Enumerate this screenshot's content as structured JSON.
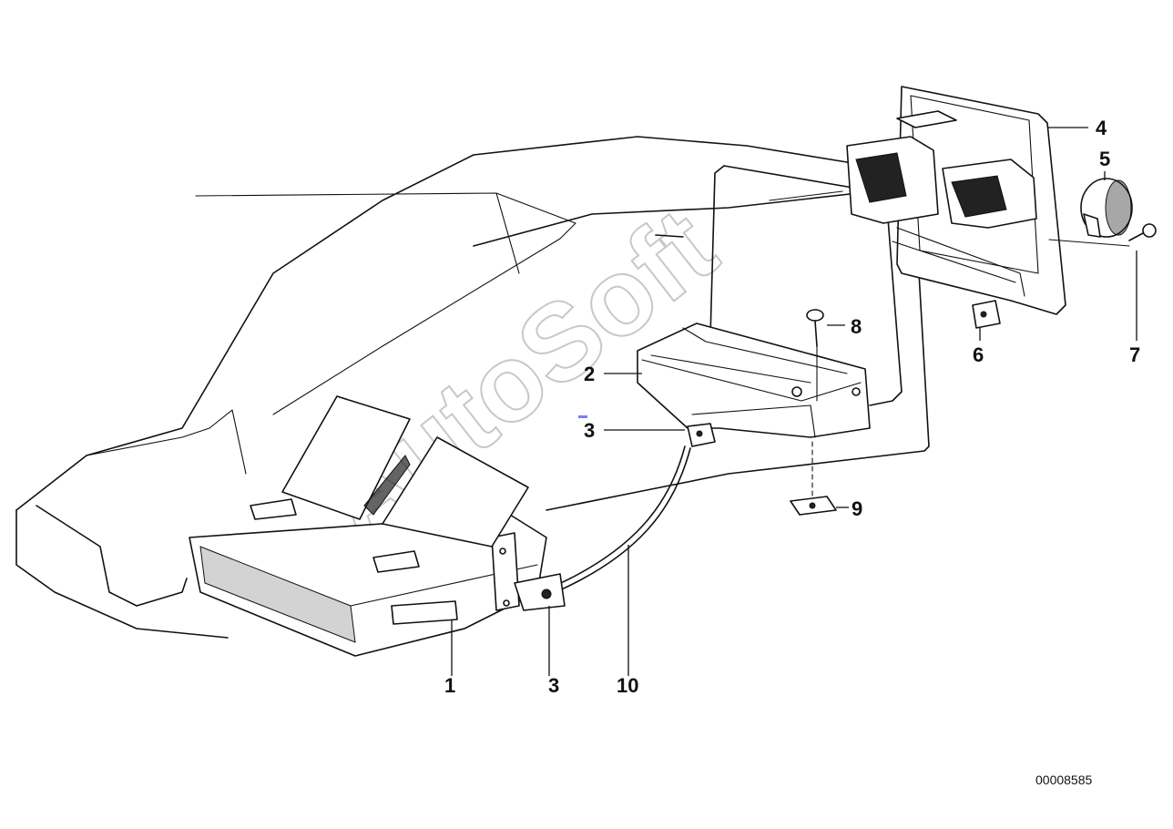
{
  "callouts": [
    {
      "id": "c1",
      "label": "1"
    },
    {
      "id": "c2",
      "label": "2"
    },
    {
      "id": "c3a",
      "label": "3"
    },
    {
      "id": "c3b",
      "label": "3"
    },
    {
      "id": "c4",
      "label": "4"
    },
    {
      "id": "c5",
      "label": "5"
    },
    {
      "id": "c6",
      "label": "6"
    },
    {
      "id": "c7",
      "label": "7"
    },
    {
      "id": "c8",
      "label": "8"
    },
    {
      "id": "c9",
      "label": "9"
    },
    {
      "id": "c10",
      "label": "10"
    }
  ],
  "watermark": "AutoSoft",
  "document_number": "00008585"
}
